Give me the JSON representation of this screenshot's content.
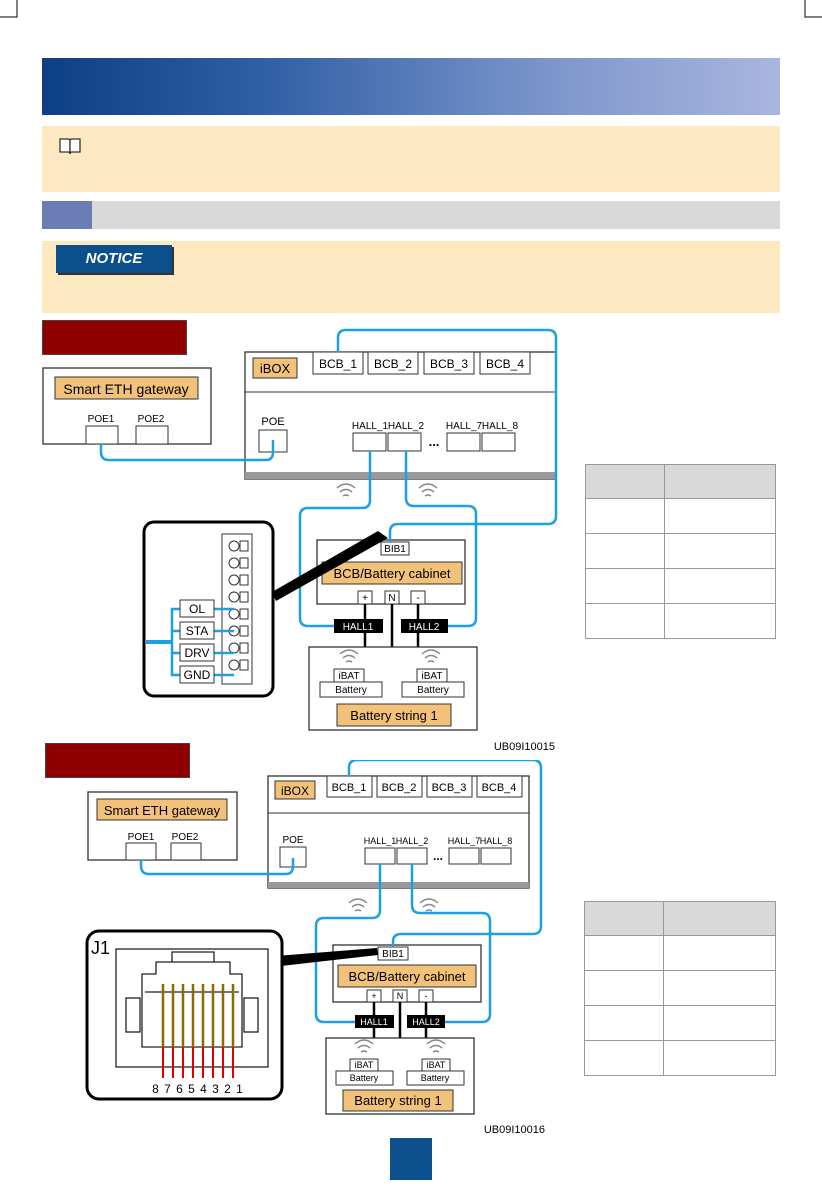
{
  "notice": {
    "badge": "NOTICE"
  },
  "diagram1": {
    "ibox": "iBOX",
    "bcb_ports": [
      "BCB_1",
      "BCB_2",
      "BCB_3",
      "BCB_4"
    ],
    "poe": "POE",
    "hall_ports": [
      "HALL_1",
      "HALL_2",
      "HALL_7",
      "HALL_8"
    ],
    "dots": "...",
    "gateway": "Smart ETH gateway",
    "gw_ports": [
      "POE1",
      "POE2"
    ],
    "bib": "BIB1",
    "cabinet": "BCB/Battery cabinet",
    "terminals": [
      "+",
      "N",
      "-"
    ],
    "halls": [
      "HALL1",
      "HALL2"
    ],
    "ibat": "iBAT",
    "battery": "Battery",
    "string": "Battery string 1",
    "signals": [
      "OL",
      "STA",
      "DRV",
      "GND"
    ],
    "figure_id": "UB09I10015"
  },
  "diagram2": {
    "ibox": "iBOX",
    "bcb_ports": [
      "BCB_1",
      "BCB_2",
      "BCB_3",
      "BCB_4"
    ],
    "poe": "POE",
    "hall_ports": [
      "HALL_1",
      "HALL_2",
      "HALL_7",
      "HALL_8"
    ],
    "dots": "...",
    "gateway": "Smart ETH gateway",
    "gw_ports": [
      "POE1",
      "POE2"
    ],
    "bib": "BIB1",
    "cabinet": "BCB/Battery cabinet",
    "terminals": [
      "+",
      "N",
      "-"
    ],
    "halls": [
      "HALL1",
      "HALL2"
    ],
    "ibat": "iBAT",
    "battery": "Battery",
    "string": "Battery string 1",
    "connector": "J1",
    "pins": "8 7 6 5 4 3 2 1",
    "figure_id": "UB09I10016"
  },
  "colors": {
    "header_dark": "#0d3f86",
    "note_bg": "#fce9c2",
    "cable": "#1ba1e2",
    "label_orange": "#f3c27a",
    "label_red": "#900000"
  }
}
